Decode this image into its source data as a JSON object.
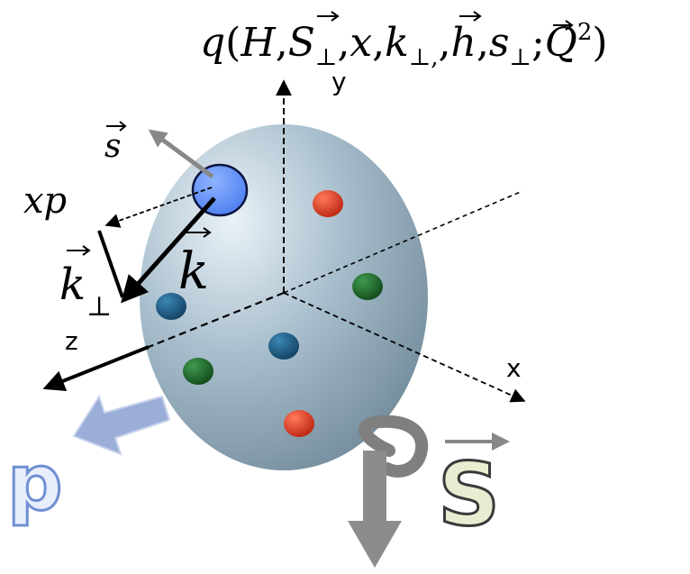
{
  "formula": {
    "q": "q",
    "open": "(",
    "H": "H",
    "c1": ",",
    "S": "S",
    "S_sub": "⊥",
    "c2": ",",
    "x": "x",
    "c3": ",",
    "k": "k",
    "k_sub": "⊥,",
    "c4": ",",
    "h": "h",
    "c5": ",",
    "s": "s",
    "s_sub": "⊥",
    "semi": ";",
    "Q": "Q",
    "Q_sup": "2",
    "close": ")"
  },
  "axes": {
    "y": "y",
    "x": "x",
    "z": "z"
  },
  "labels": {
    "spin_s": "s",
    "xp": "xp",
    "k_vec": "k",
    "k_perp": "k",
    "k_perp_sub": "⊥",
    "proton_p": "p",
    "proton_spin_S": "S"
  },
  "colors": {
    "ellipsoid": "#9fb7c6",
    "quark_highlight": "#5b8ff7",
    "red_quark": "#d8301a",
    "green_quark": "#1e6b2a",
    "blue_quark": "#1d5f86",
    "p_arrow": "#9aaed8",
    "spin_arrow": "#8c8c8c",
    "S_fill": "#e9ecd0"
  }
}
